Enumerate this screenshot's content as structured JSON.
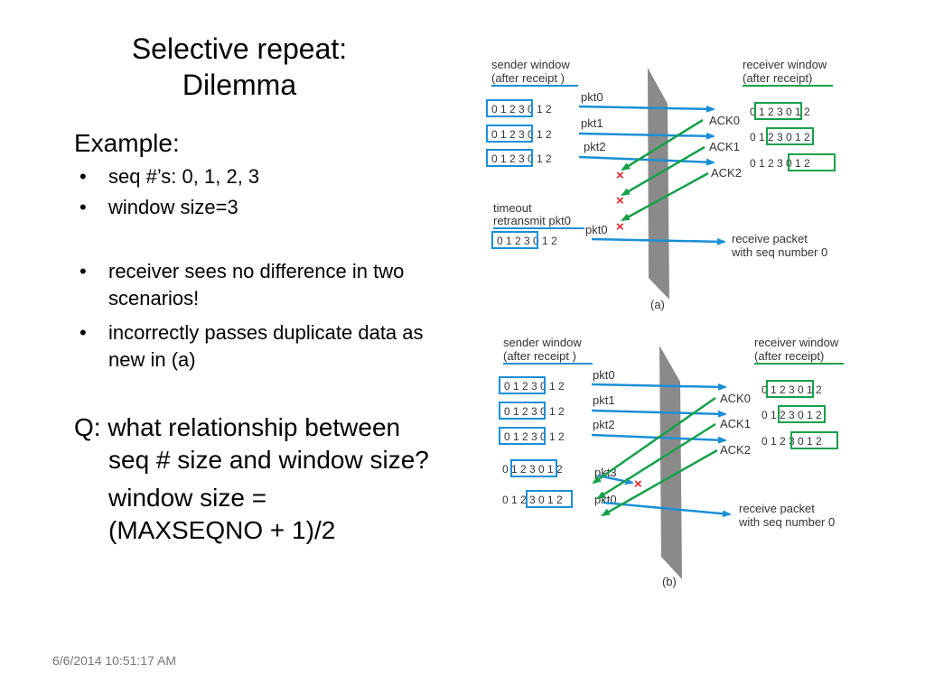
{
  "slide": {
    "title_line1": "Selective repeat:",
    "title_line2": "Dilemma",
    "example_heading": "Example:",
    "bullets_1": [
      "seq #’s: 0, 1, 2, 3",
      "window size=3"
    ],
    "bullets_2": [
      "receiver sees no difference in two scenarios!",
      "incorrectly passes duplicate data as new in (a)"
    ],
    "question": "Q: what relationship between seq # size and window size?",
    "answer_line1": "window size =",
    "answer_line2": "(MAXSEQNO + 1)/2",
    "footer_timestamp": "6/6/2014 10:51:17 AM"
  },
  "diagram_a": {
    "caption": "(a)",
    "sender_label_1": "sender window",
    "sender_label_2": "(after receipt )",
    "receiver_label_1": "receiver window",
    "receiver_label_2": "(after receipt)",
    "sender_rows": [
      "0 1 2 3 0 1 2",
      "0 1 2 3 0 1 2",
      "0 1 2 3 0 1 2"
    ],
    "receiver_rows": [
      "0 1 2 3 0 1 2",
      "0 1 2 3 0 1 2",
      "0 1 2 3 0 1 2"
    ],
    "packets": [
      "pkt0",
      "pkt1",
      "pkt2"
    ],
    "acks": [
      "ACK0",
      "ACK1",
      "ACK2"
    ],
    "timeout_1": "timeout",
    "timeout_2": "retransmit pkt0",
    "retransmit_packet": "pkt0",
    "retransmit_row": "0 1 2 3 0 1 2",
    "receive_1": "receive packet",
    "receive_2": "with seq number 0"
  },
  "diagram_b": {
    "caption": "(b)",
    "sender_label_1": "sender window",
    "sender_label_2": "(after receipt )",
    "receiver_label_1": "receiver window",
    "receiver_label_2": "(after receipt)",
    "sender_rows": [
      "0 1 2 3 0 1 2",
      "0 1 2 3 0 1 2",
      "0 1 2 3 0 1 2",
      "0 1 2 3 0 1 2",
      "0 1 2 3 0 1 2"
    ],
    "receiver_rows": [
      "0 1 2 3 0 1 2",
      "0 1 2 3 0 1 2",
      "0 1 2 3 0 1 2"
    ],
    "packets": [
      "pkt0",
      "pkt1",
      "pkt2",
      "pkt3",
      "pkt0"
    ],
    "acks": [
      "ACK0",
      "ACK1",
      "ACK2"
    ],
    "receive_1": "receive packet",
    "receive_2": "with seq number 0"
  },
  "colors": {
    "blue": "#1a8fd6",
    "green": "#16a04a",
    "red": "#e0262b",
    "wall": "#8a8a8a"
  }
}
